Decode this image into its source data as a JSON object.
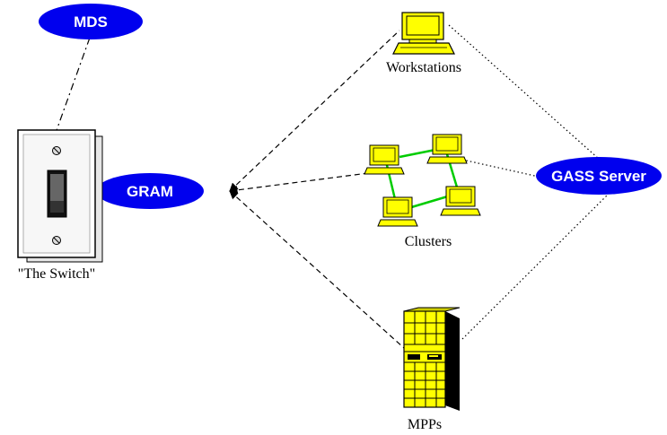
{
  "nodes": {
    "mds": {
      "label": "MDS"
    },
    "gram": {
      "label": "GRAM"
    },
    "gass": {
      "label": "GASS Server"
    },
    "switch": {
      "label": "\"The Switch\""
    },
    "workstations": {
      "label": "Workstations"
    },
    "clusters": {
      "label": "Clusters"
    },
    "mpps": {
      "label": "MPPs"
    }
  },
  "colors": {
    "ellipse_fill": "#0000ee",
    "ellipse_text": "#ffffff",
    "computer_yellow": "#ffff00",
    "cluster_link": "#00cc00",
    "line": "#000000"
  }
}
